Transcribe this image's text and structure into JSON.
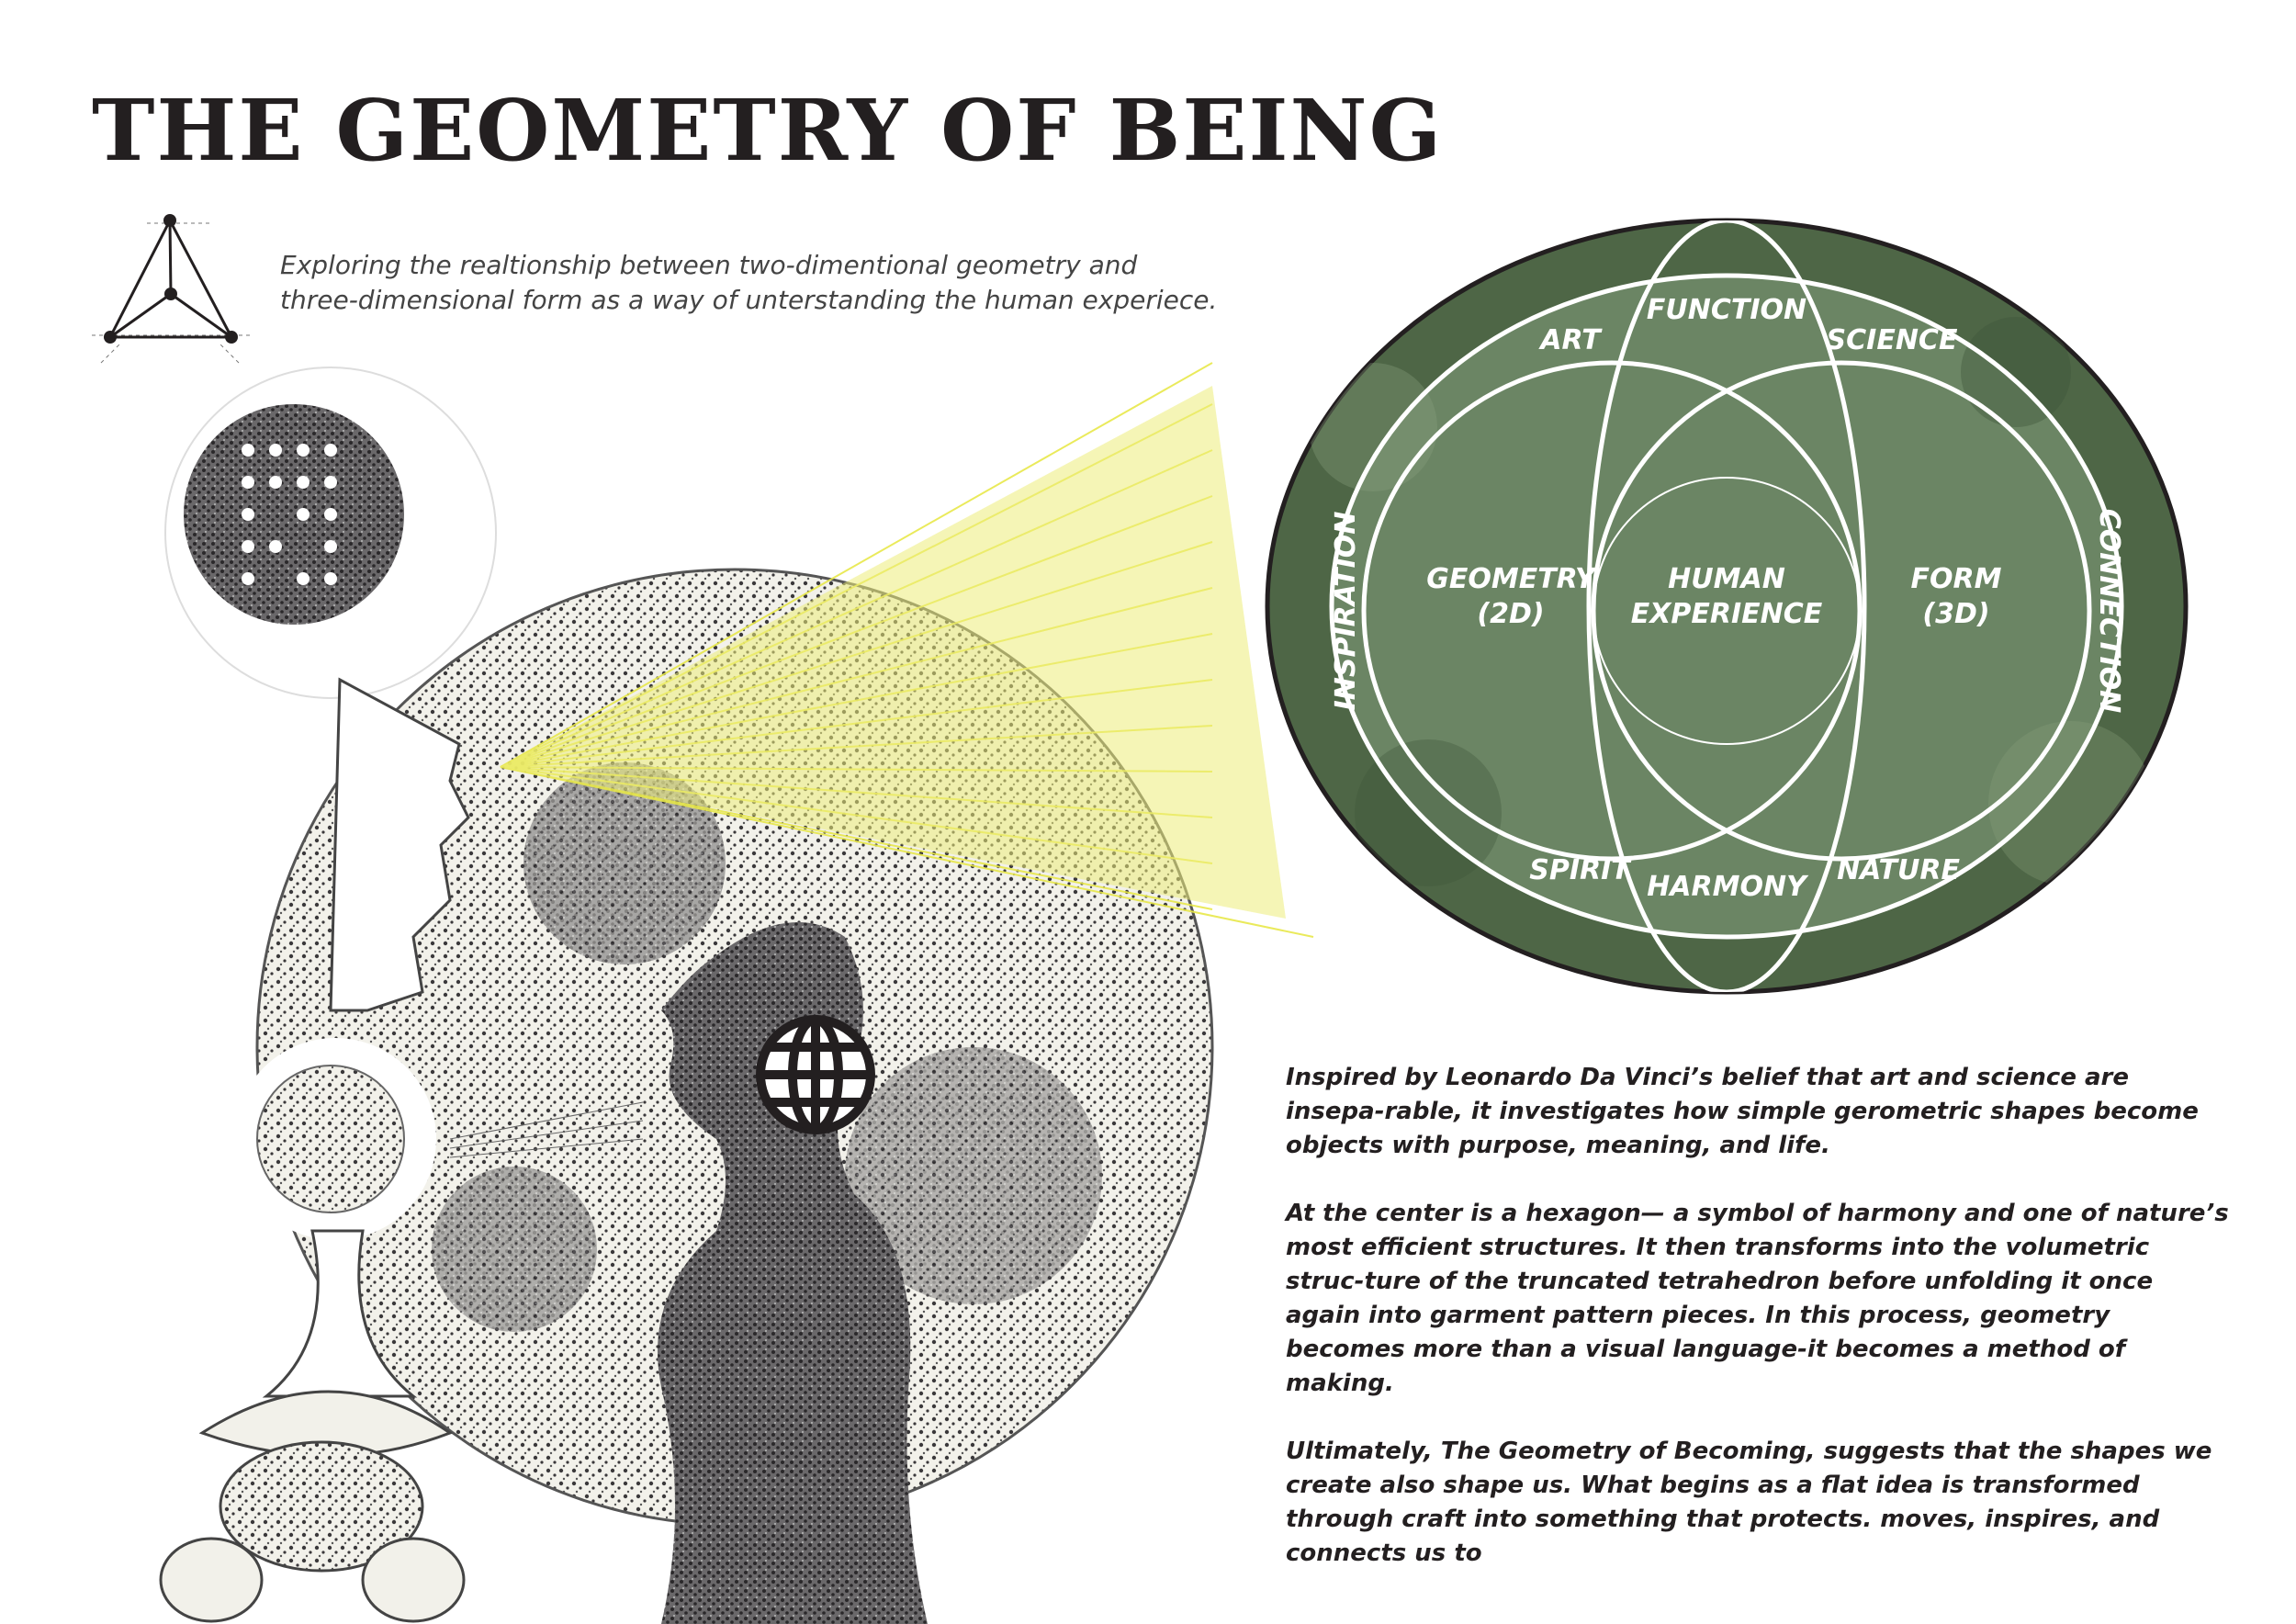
{
  "title": "THE GEOMETRY OF BEING",
  "intro": {
    "line1": "Exploring the realtionship between two-dimentional geometry and",
    "line2": "three-dimensional form as a way of unterstanding the human experiece."
  },
  "diagram": {
    "labels": {
      "art": "ART",
      "function": "FUNCTION",
      "science": "SCIENCE",
      "inspiration": "INSPIRATION",
      "connection": "CONNECTION",
      "geometry_line1": "GEOMETRY",
      "geometry_line2": "(2D)",
      "human_line1": "HUMAN",
      "human_line2": "EXPERIENCE",
      "form_line1": "FORM",
      "form_line2": "(3D)",
      "spirit": "SPIRIT",
      "harmony": "HARMONY",
      "nature": "NATURE"
    },
    "colors": {
      "fill": "#6b8564",
      "fill_dark": "#4e6646",
      "fill_light": "#8aa17f",
      "outline": "#231f20",
      "lines": "#ffffff",
      "beam": "#e8e84a"
    }
  },
  "body": {
    "p1": "Inspired by Leonardo Da Vinci’s belief that art and science are insepa-rable, it investigates how simple gerometric shapes become objects with purpose, meaning, and life.",
    "p2": "At the center is a hexagon— a symbol of harmony and one of nature’s most efficient structures. It then transforms into the volumetric struc-ture of the truncated tetrahedron before unfolding it once again into garment pattern pieces. In this process, geometry becomes more than a visual language-it becomes a method of making.",
    "p3": "Ultimately, The Geometry of Becoming, suggests that the shapes we create also shape us. What begins as a flat idea is transformed through craft into something that protects. moves, inspires, and connects us to"
  }
}
